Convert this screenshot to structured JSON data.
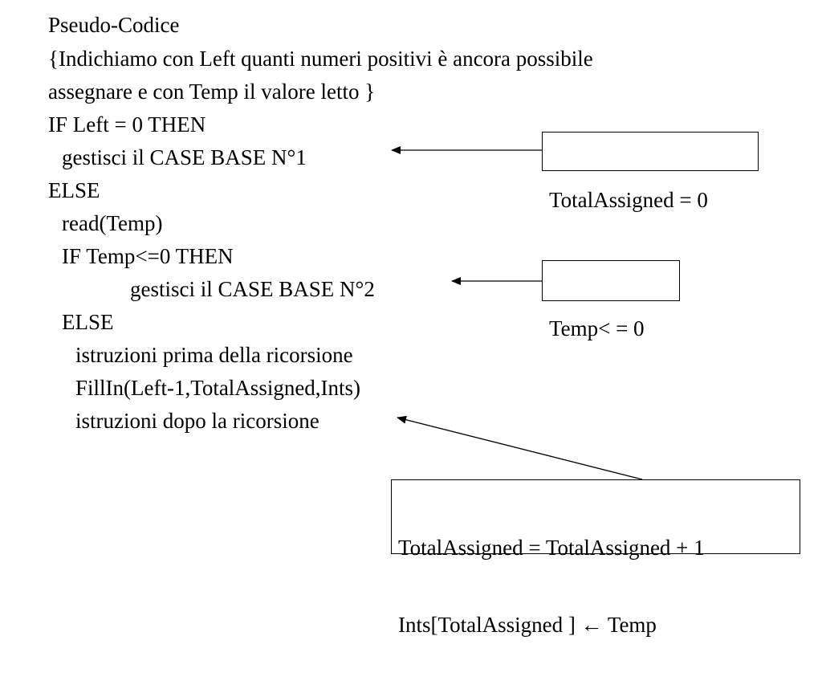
{
  "pseudocode": {
    "lines": [
      "Pseudo-Codice",
      "{Indichiamo con Left quanti numeri positivi è ancora possibile",
      "assegnare e con Temp il valore letto }",
      "IF Left = 0 THEN",
      "gestisci il CASE BASE N°1",
      "ELSE",
      "read(Temp)",
      "IF Temp<=0 THEN",
      "gestisci il CASE BASE N°2",
      "ELSE",
      "istruzioni prima della ricorsione",
      "FillIn(Left-1,TotalAssigned,Ints)",
      "istruzioni dopo la ricorsione"
    ]
  },
  "annotations": {
    "base_case_1": "TotalAssigned = 0",
    "base_case_2": "Temp< = 0",
    "after_recursion": [
      "TotalAssigned = TotalAssigned + 1",
      "Ints[TotalAssigned ] ← Temp"
    ]
  }
}
